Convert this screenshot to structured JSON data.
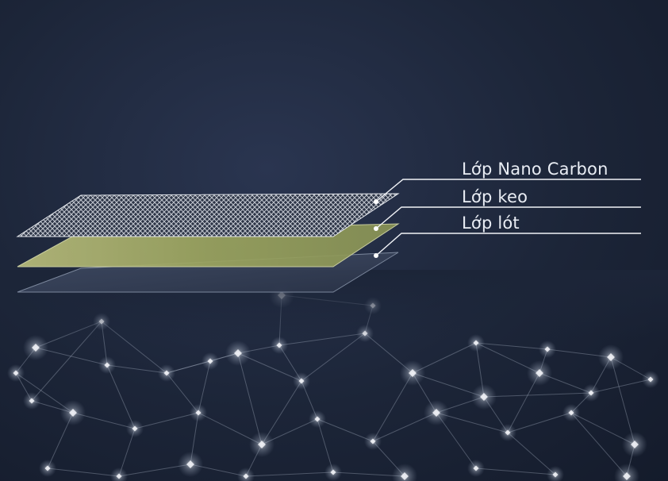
{
  "diagram": {
    "layers": [
      {
        "label": "Lớp Nano Carbon"
      },
      {
        "label": "Lớp keo"
      },
      {
        "label": "Lớp lót"
      }
    ],
    "colors": {
      "background": "#1c2538",
      "mesh": "#d9dde4",
      "adhesive": "#a7ad6b",
      "liner": "#3d4a63",
      "leader_line": "#f1f3f7",
      "network": "#aeb8c9"
    }
  }
}
